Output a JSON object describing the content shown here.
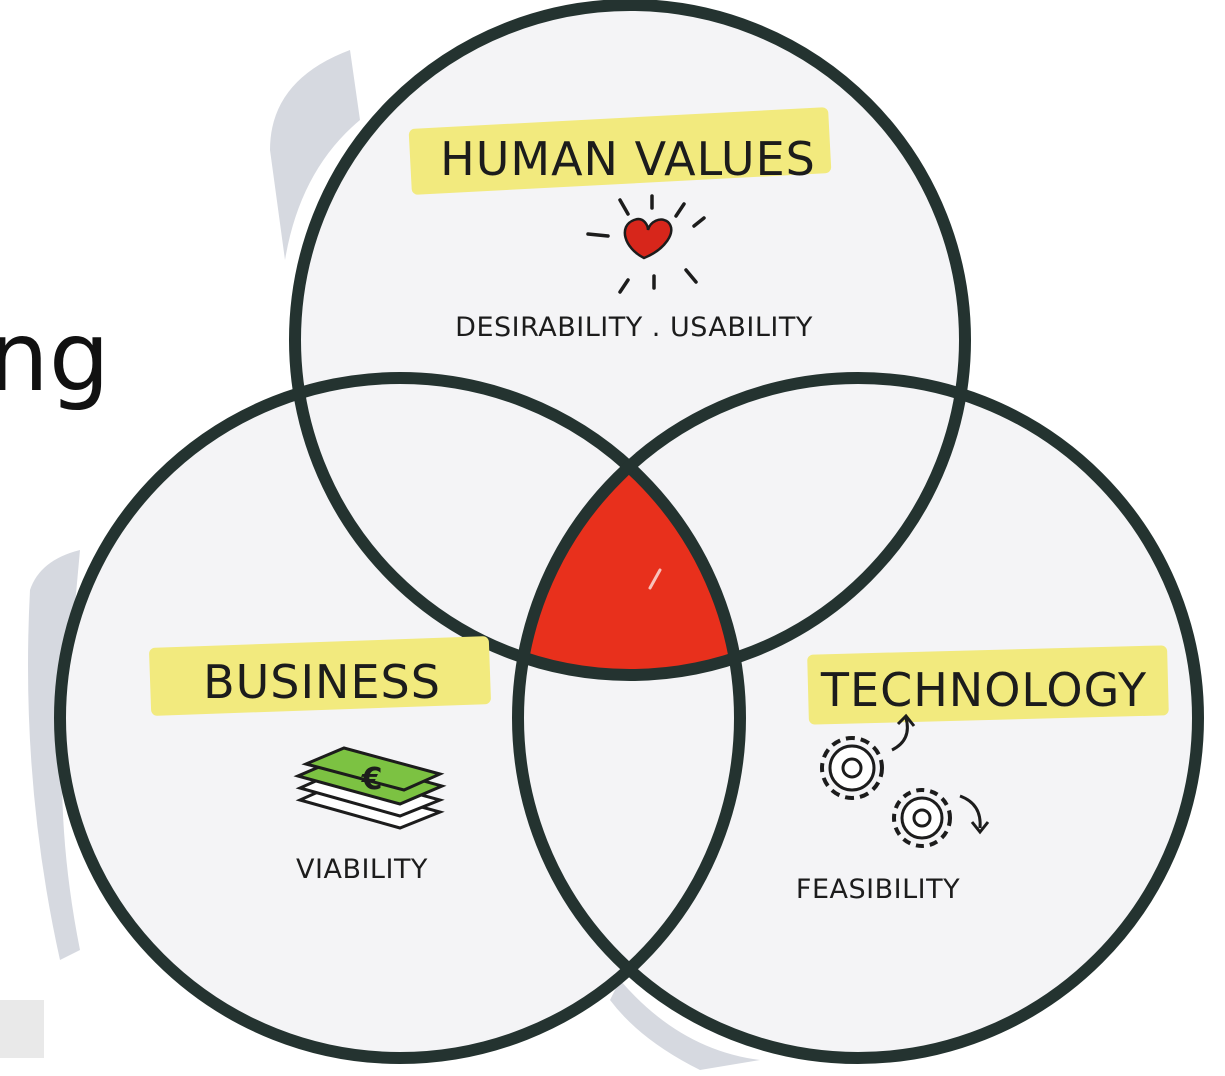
{
  "edge_text": "ng",
  "circles": {
    "top": {
      "title": "HUMAN VALUES",
      "subtitle": "DESIRABILITY . USABILITY",
      "icon": "heart-icon"
    },
    "left": {
      "title": "BUSINESS",
      "subtitle": "VIABILITY",
      "icon": "money-euro-icon"
    },
    "right": {
      "title": "TECHNOLOGY",
      "subtitle": "FEASIBILITY",
      "icon": "gears-icon"
    }
  },
  "colors": {
    "intersection": "#e8301c",
    "highlight": "#f2ea7e",
    "outline": "#243330",
    "circle_fill": "#f4f4f6",
    "shadow": "#d6d9e0",
    "money": "#7cc242",
    "heart": "#d7261b"
  }
}
